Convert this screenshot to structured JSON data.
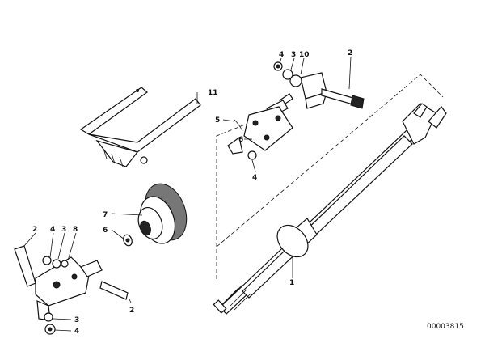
{
  "diagram": {
    "reference_number": "00003815",
    "callouts": [
      {
        "id": "c-1",
        "text": "1"
      },
      {
        "id": "c-2-top",
        "text": "2"
      },
      {
        "id": "c-4-top",
        "text": "4"
      },
      {
        "id": "c-3-top",
        "text": "3"
      },
      {
        "id": "c-10",
        "text": "10"
      },
      {
        "id": "c-5",
        "text": "5"
      },
      {
        "id": "c-6-top",
        "text": "6"
      },
      {
        "id": "c-4-mid",
        "text": "4"
      },
      {
        "id": "c-11",
        "text": "11"
      },
      {
        "id": "c-7",
        "text": "7"
      },
      {
        "id": "c-6-left",
        "text": "6"
      },
      {
        "id": "c-2-left",
        "text": "2"
      },
      {
        "id": "c-4-left",
        "text": "4"
      },
      {
        "id": "c-3-left",
        "text": "3"
      },
      {
        "id": "c-8",
        "text": "8"
      },
      {
        "id": "c-2-bottom",
        "text": "2"
      },
      {
        "id": "c-3-bottom",
        "text": "3"
      },
      {
        "id": "c-4-bottom",
        "text": "4"
      }
    ]
  }
}
